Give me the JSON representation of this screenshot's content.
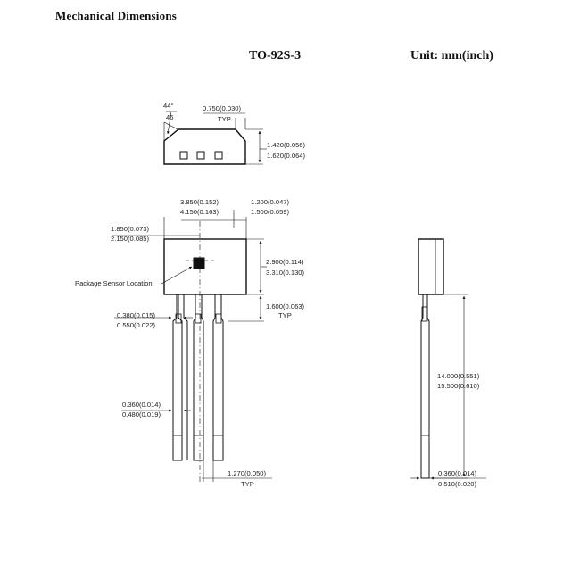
{
  "title": "Mechanical Dimensions",
  "package": "TO-92S-3",
  "unit": "Unit: mm(inch)",
  "labels": {
    "angle_top": "44°",
    "angle_bottom": "46",
    "top_width": "0.750(0.030)",
    "top_width_typ": "TYP",
    "top_h_min": "1.420(0.056)",
    "top_h_max": "1.620(0.064)",
    "body_w_min": "3.850(0.152)",
    "body_w_max": "4.150(0.163)",
    "shoulder_min": "1.200(0.047)",
    "shoulder_max": "1.500(0.059)",
    "left_off_min": "1.850(0.073)",
    "left_off_max": "2.150(0.085)",
    "body_h_min": "2.900(0.114)",
    "body_h_max": "3.310(0.130)",
    "sensor": "Package Sensor Location",
    "lead_seg": "1.600(0.063)",
    "lead_seg_typ": "TYP",
    "lead_w_min": "0.380(0.015)",
    "lead_w_max": "0.550(0.022)",
    "lead_t_min": "0.360(0.014)",
    "lead_t_max": "0.480(0.019)",
    "pitch": "1.270(0.050)",
    "pitch_typ": "TYP",
    "lead_len_min": "14.000(0.551)",
    "lead_len_max": "15.500(0.610)",
    "side_t_min": "0.360(0.014)",
    "side_t_max": "0.510(0.020)"
  }
}
